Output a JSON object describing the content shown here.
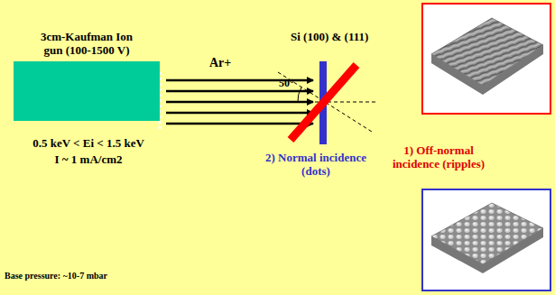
{
  "diagram": {
    "nodes": [
      {
        "text": [
          "3cm-Kaufman Ion gun (100-1500 V)"
        ]
      }
    ],
    "labels": [
      "Ar+",
      "0.5 keV < Ei < 1.5 keV",
      "I ~ 1 mA/cm2",
      "Base pressure: ~10-7 mbar",
      "Si (100) & (111)",
      "50°",
      "1) Off-normal incidence (ripples)",
      "2) Normal incidence (dots)"
    ]
  }
}
